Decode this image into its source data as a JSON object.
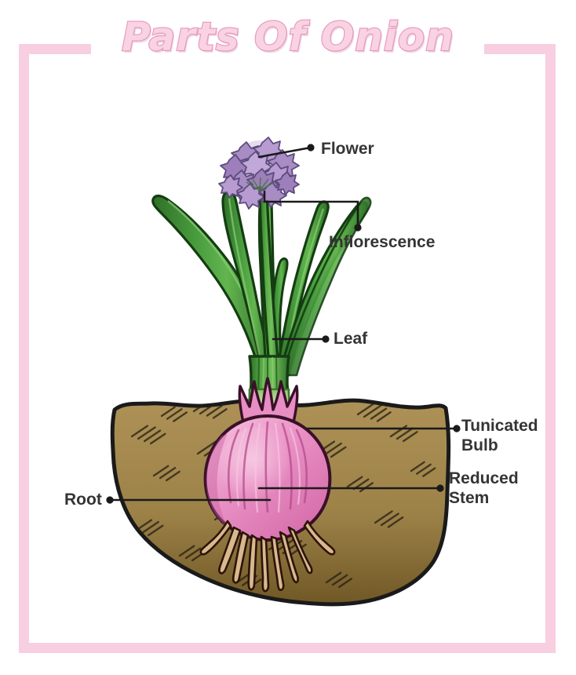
{
  "poster": {
    "title": "Parts Of Onion",
    "subject": "onion-plant-anatomy",
    "background_color": "#ffffff",
    "frame_color": "#f7cfe0",
    "title_fill_color": "#f9d3e2",
    "title_outline_color": "#ea9cc2"
  },
  "labels": {
    "flower": "Flower",
    "inflorescence": "Inflorescence",
    "leaf": "Leaf",
    "tunicated_bulb": "Tunicated\nBulb",
    "reduced_stem": "Reduced\nStem",
    "root": "Root"
  },
  "illustration": {
    "flower_color": "#a88cc4",
    "flower_dark_color": "#6f5a8f",
    "leaf_color": "#4a9e3f",
    "leaf_dark_color": "#2f7029",
    "leaf_light_color": "#6fbd57",
    "stem_pale_color": "#e8f2cf",
    "bulb_color": "#e58bc0",
    "bulb_light_color": "#f2b4d6",
    "bulb_dark_color": "#c85fa0",
    "root_color": "#d9b890",
    "soil_color": "#a68b4f",
    "soil_dark_color": "#7d6130",
    "outline_color": "#1a1a1a",
    "leader_line_color": "#1a1a1a"
  }
}
